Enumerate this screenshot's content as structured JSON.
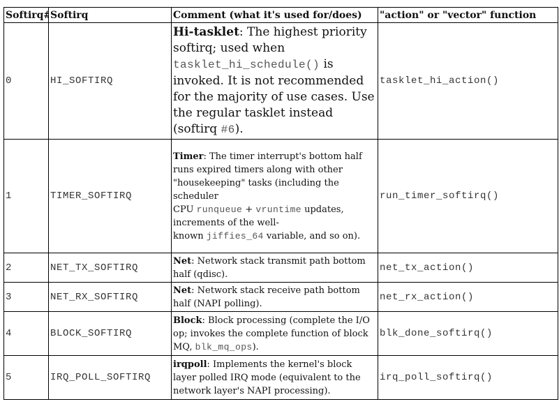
{
  "headers": {
    "num": "Softirq#",
    "name": "Softirq",
    "comment": "Comment (what it's used for/does)",
    "func": "\"action\" or \"vector\" function"
  },
  "rows": [
    {
      "num": "0",
      "name": "HI_SOFTIRQ",
      "func": "tasklet_hi_action()",
      "comment": {
        "title": "Hi-tasklet",
        "t1": ": The highest priority softirq; used when ",
        "c1": "tasklet_hi_schedule()",
        "t2": " is invoked. It is not recommended for the majority of use cases. Use the regular tasklet instead (softirq ",
        "c2": "#6",
        "t3": ")."
      }
    },
    {
      "num": "1",
      "name": "TIMER_SOFTIRQ",
      "func": "run_timer_softirq()",
      "comment": {
        "title": "Timer",
        "t1": ": The timer interrupt's bottom half runs expired timers along with other \"housekeeping\" tasks (including the scheduler",
        "t2": "CPU ",
        "c1": "runqueue",
        "t3": " + ",
        "c2": "vruntime",
        "t4": " updates, increments of the well-",
        "t5": "known ",
        "c3": "jiffies_64",
        "t6": " variable, and so on)."
      }
    },
    {
      "num": "2",
      "name": "NET_TX_SOFTIRQ",
      "func": "net_tx_action()",
      "comment": {
        "title": "Net",
        "t1": ": Network stack transmit path bottom half (qdisc)."
      }
    },
    {
      "num": "3",
      "name": "NET_RX_SOFTIRQ",
      "func": "net_rx_action()",
      "comment": {
        "title": "Net",
        "t1": ": Network stack receive path bottom half (NAPI polling)."
      }
    },
    {
      "num": "4",
      "name": "BLOCK_SOFTIRQ",
      "func": "blk_done_softirq()",
      "comment": {
        "title": "Block",
        "t1": ": Block processing (complete the I/O op; invokes the complete function of block MQ, ",
        "c1": "blk_mq_ops",
        "t2": ")."
      }
    },
    {
      "num": "5",
      "name": "IRQ_POLL_SOFTIRQ",
      "func": "irq_poll_softirq()",
      "comment": {
        "title": "irqpoll",
        "t1": ": Implements the kernel's block layer polled IRQ mode (equivalent to the network layer's NAPI processing)."
      }
    }
  ]
}
